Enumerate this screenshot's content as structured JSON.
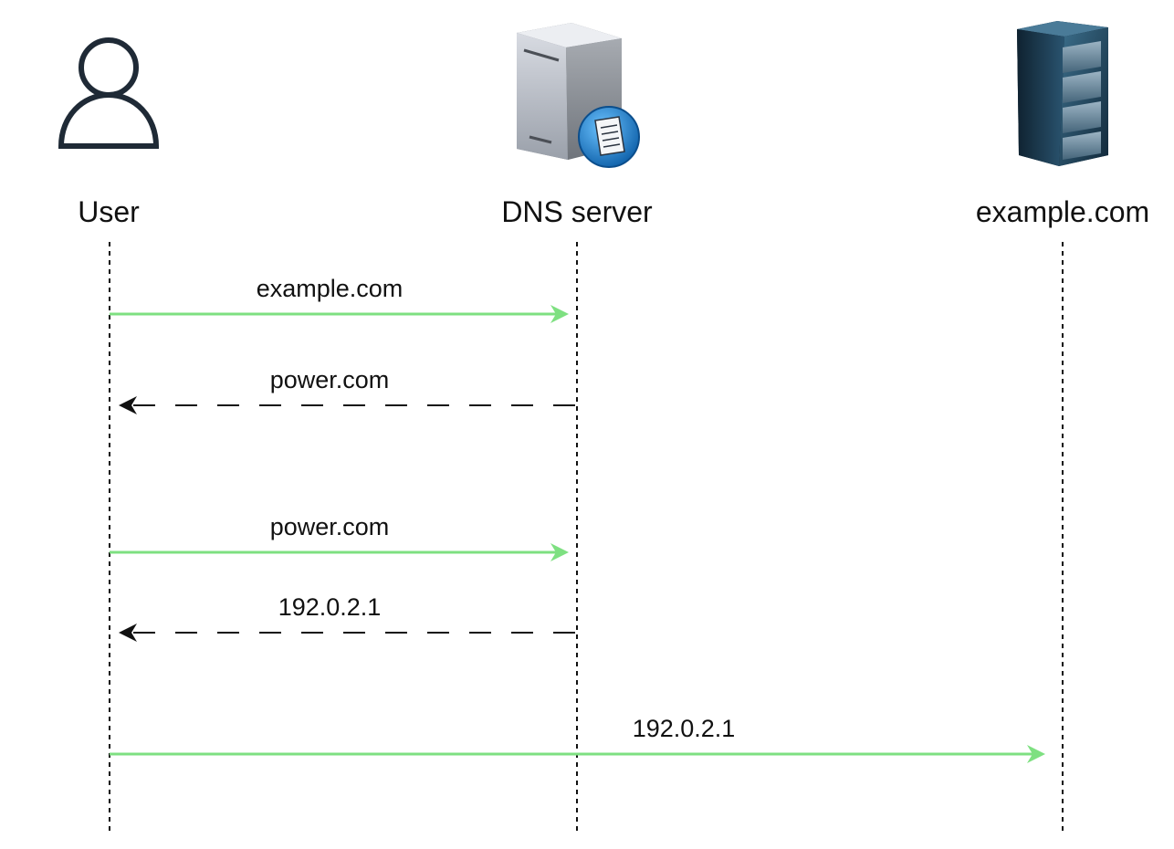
{
  "actors": {
    "user": {
      "label": "User",
      "icon": "user-icon"
    },
    "dns": {
      "label": "DNS server",
      "icon": "dns-server-icon"
    },
    "target": {
      "label": "example.com",
      "icon": "server-rack-icon"
    }
  },
  "messages": [
    {
      "from": "user",
      "to": "dns",
      "label": "example.com",
      "style": "request"
    },
    {
      "from": "dns",
      "to": "user",
      "label": "power.com",
      "style": "response"
    },
    {
      "from": "user",
      "to": "dns",
      "label": "power.com",
      "style": "request"
    },
    {
      "from": "dns",
      "to": "user",
      "label": "192.0.2.1",
      "style": "response"
    },
    {
      "from": "user",
      "to": "target",
      "label": "192.0.2.1",
      "style": "request"
    }
  ],
  "colors": {
    "request": "#7ee081",
    "response": "#111111",
    "lifeline": "#111111",
    "user_icon": "#1f2a36"
  }
}
